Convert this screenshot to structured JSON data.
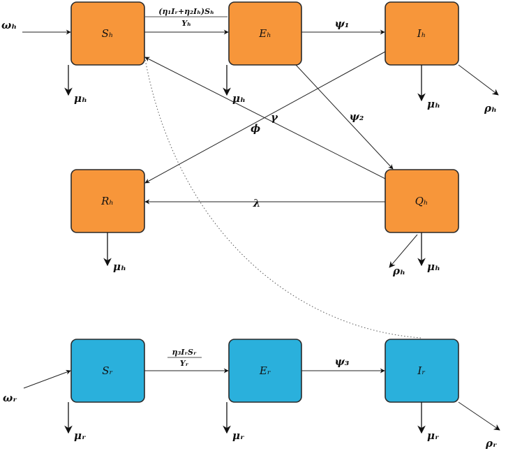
{
  "nodes": {
    "Sh": "Sₕ",
    "Eh": "Eₕ",
    "Ih": "Iₕ",
    "Rh": "Rₕ",
    "Qh": "Qₕ",
    "Sr": "Sᵣ",
    "Er": "Eᵣ",
    "Ir": "Iᵣ"
  },
  "rates": {
    "omega_h": "ωₕ",
    "omega_r": "ωᵣ",
    "mu_h": "μₕ",
    "mu_r": "μᵣ",
    "rho_h": "ρₕ",
    "rho_r": "ρᵣ",
    "psi1": "ψ₁",
    "psi2": "ψ₂",
    "psi3": "ψ₃",
    "gamma": "γ",
    "phi": "ϕ",
    "lambda": "λ",
    "infection_h_num": "(η₁Iᵣ+η₂Iₕ)Sₕ",
    "infection_h_den": "Υₕ",
    "infection_r_num": "η₃IᵣSᵣ",
    "infection_r_den": "Υᵣ"
  },
  "colors": {
    "human_box": "#f7963a",
    "rodent_box": "#2ab0dc"
  }
}
